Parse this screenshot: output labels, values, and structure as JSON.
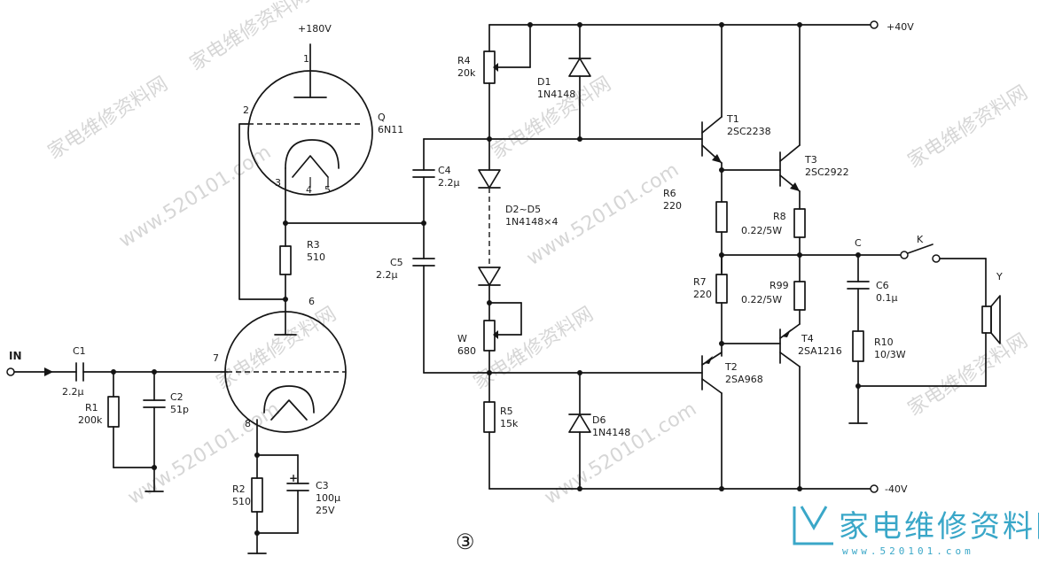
{
  "supply": {
    "b180": "+180V",
    "pos40": "+40V",
    "neg40": "-40V"
  },
  "tube_q": {
    "name": "Q",
    "part": "6N11",
    "pin1": "1",
    "pin2": "2",
    "pin3": "3",
    "pin4": "4",
    "pin5": "5"
  },
  "tube_lower": {
    "pin6": "6",
    "pin7": "7",
    "pin8": "8"
  },
  "input": {
    "label": "IN"
  },
  "c1": {
    "name": "C1",
    "value": "2.2μ"
  },
  "r1": {
    "name": "R1",
    "value": "200k"
  },
  "c2": {
    "name": "C2",
    "value": "51p"
  },
  "r3": {
    "name": "R3",
    "value": "510"
  },
  "r2": {
    "name": "R2",
    "value": "510"
  },
  "c3": {
    "name": "C3",
    "value": "100μ",
    "voltage": "25V"
  },
  "c4": {
    "name": "C4",
    "value": "2.2μ"
  },
  "c5": {
    "name": "C5",
    "value": "2.2μ"
  },
  "r4": {
    "name": "R4",
    "value": "20k"
  },
  "d1": {
    "name": "D1",
    "part": "1N4148"
  },
  "d2d5": {
    "name": "D2~D5",
    "part": "1N4148×4"
  },
  "w": {
    "name": "W",
    "value": "680"
  },
  "r5": {
    "name": "R5",
    "value": "15k"
  },
  "d6": {
    "name": "D6",
    "part": "1N4148"
  },
  "t1": {
    "name": "T1",
    "part": "2SC2238"
  },
  "t2": {
    "name": "T2",
    "part": "2SA968"
  },
  "t3": {
    "name": "T3",
    "part": "2SC2922"
  },
  "t4": {
    "name": "T4",
    "part": "2SA1216"
  },
  "r6": {
    "name": "R6",
    "value": "220"
  },
  "r7": {
    "name": "R7",
    "value": "220"
  },
  "r8": {
    "name": "R8",
    "value": "0.22/5W"
  },
  "r99": {
    "name": "R99",
    "value": "0.22/5W"
  },
  "c6": {
    "name": "C6",
    "value": "0.1μ"
  },
  "r10": {
    "name": "R10",
    "value": "10/3W"
  },
  "node_c": {
    "label": "C"
  },
  "switch_k": {
    "label": "K"
  },
  "speaker_y": {
    "label": "Y"
  },
  "figure": {
    "number": "③"
  },
  "logo": {
    "text": "家电维修资料网",
    "url": "www.520101.com"
  },
  "watermarks": [
    "www.520101.com",
    "家电维修资料网"
  ]
}
